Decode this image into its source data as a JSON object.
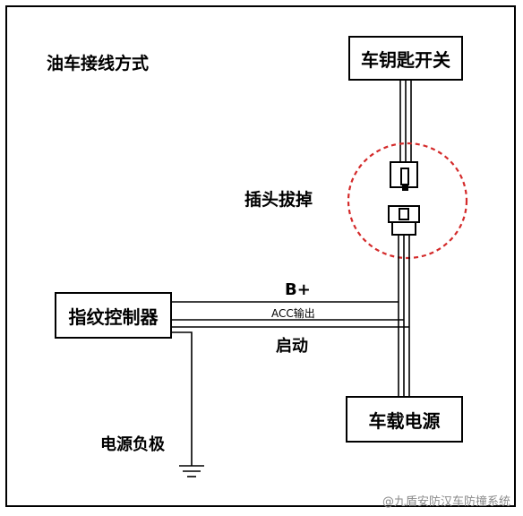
{
  "title": "油车接线方式",
  "components": {
    "key_switch": "车钥匙开关",
    "fingerprint_controller": "指纹控制器",
    "vehicle_power": "车载电源"
  },
  "labels": {
    "plug_removed": "插头拔掉",
    "b_plus": "B+",
    "acc_output": "ACC输出",
    "start": "启动",
    "power_negative": "电源负极"
  },
  "watermark": "@九盾安防汉车防撞系统",
  "colors": {
    "line": "#000000",
    "highlight_circle": "#d42a2a",
    "watermark": "#8a8a8a"
  }
}
